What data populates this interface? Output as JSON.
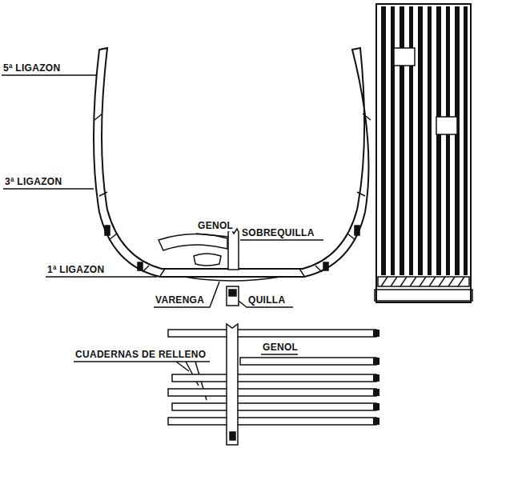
{
  "diagram": {
    "labels": [
      "5ª LIGAZON",
      "3ª LIGAZON",
      "1ª LIGAZON",
      "GENOL",
      "SOBREQUILLA",
      "VARENGA",
      "QUILLA",
      "GENOL",
      "CUADERNAS DE RELLENO"
    ]
  }
}
